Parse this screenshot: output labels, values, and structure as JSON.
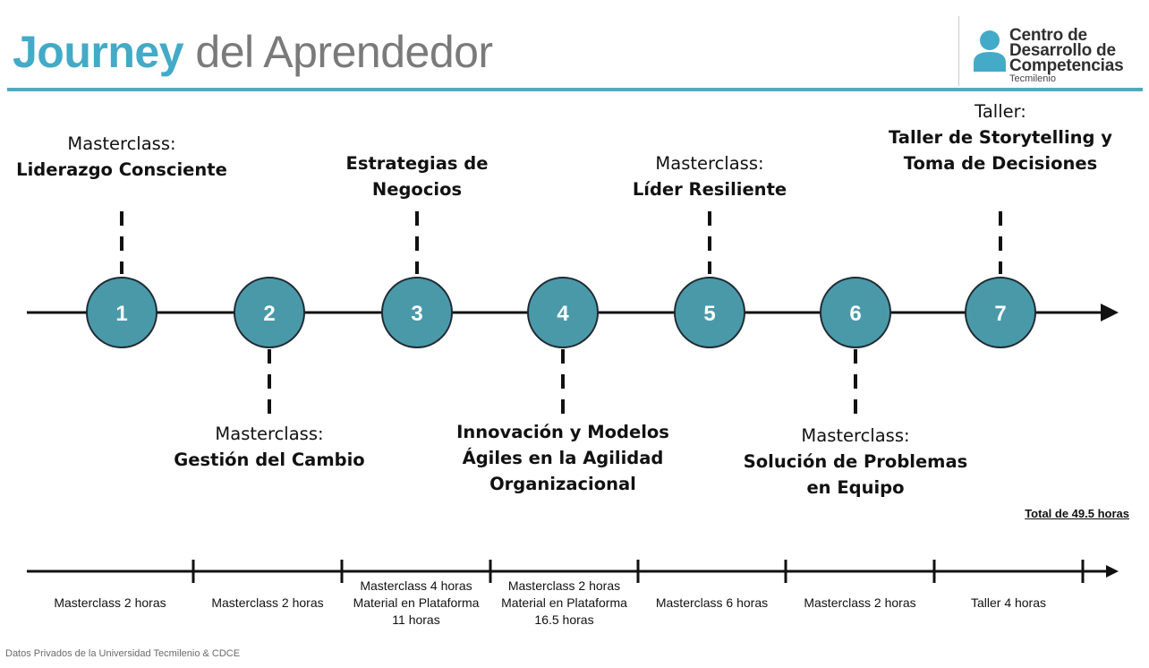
{
  "header": {
    "title_strong": "Journey",
    "title_rest": "del Aprendedor"
  },
  "logo": {
    "line1": "Centro de",
    "line2": "Desarrollo de",
    "line3": "Competencias",
    "sub": "Tecmilenio"
  },
  "colors": {
    "accent": "#43aac7",
    "rule": "#52a9bf",
    "node_fill": "#4a99a9",
    "node_stroke": "#1f2a33",
    "line": "#111111"
  },
  "milestones": [
    {
      "number": "1",
      "position": "above",
      "prefix": "Masterclass:",
      "name": "Liderazgo Consciente"
    },
    {
      "number": "2",
      "position": "below",
      "prefix": "Masterclass:",
      "name": "Gestión del Cambio"
    },
    {
      "number": "3",
      "position": "above",
      "prefix": "",
      "name": "Estrategias de Negocios"
    },
    {
      "number": "4",
      "position": "below",
      "prefix": "",
      "name": "Innovación y Modelos Ágiles en la Agilidad Organizacional"
    },
    {
      "number": "5",
      "position": "above",
      "prefix": "Masterclass:",
      "name": "Líder Resiliente"
    },
    {
      "number": "6",
      "position": "below",
      "prefix": "Masterclass:",
      "name": "Solución de Problemas en Equipo"
    },
    {
      "number": "7",
      "position": "above",
      "prefix": "Taller:",
      "name": "Taller de Storytelling y Toma de Decisiones"
    }
  ],
  "segments": [
    [
      "Masterclass 2 horas"
    ],
    [
      "Masterclass 2 horas"
    ],
    [
      "Masterclass 4 horas",
      "Material en Plataforma",
      "11 horas"
    ],
    [
      "Masterclass 2 horas",
      "Material en Plataforma",
      "16.5 horas"
    ],
    [
      "Masterclass 6 horas"
    ],
    [
      "Masterclass 2 horas"
    ],
    [
      "Taller 4 horas"
    ]
  ],
  "total": "Total de 49.5 horas",
  "footer": "Datos Privados de la Universidad Tecmilenio & CDCE"
}
